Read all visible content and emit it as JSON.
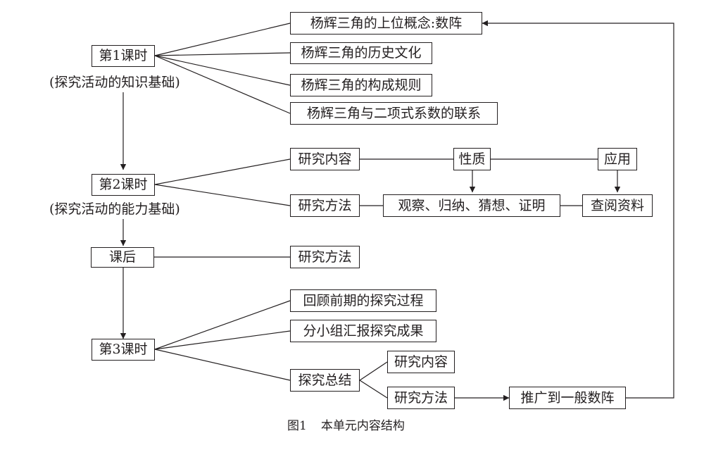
{
  "lessons": {
    "lesson1": {
      "label": "第1课时",
      "note": "(探究活动的知识基础)"
    },
    "lesson2": {
      "label": "第2课时",
      "note": "(探究活动的能力基础)"
    },
    "after_class": {
      "label": "课后"
    },
    "lesson3": {
      "label": "第3课时"
    }
  },
  "lesson1_topics": [
    "杨辉三角的上位概念:数阵",
    "杨辉三角的历史文化",
    "杨辉三角的构成规则",
    "杨辉三角与二项式系数的联系"
  ],
  "lesson2": {
    "content": "研究内容",
    "method": "研究方法",
    "property": "性质",
    "application": "应用",
    "process": "观察、归纳、猜想、证明",
    "lookup": "查阅资料"
  },
  "after_class": {
    "method": "研究方法"
  },
  "lesson3": {
    "review": "回顾前期的探究过程",
    "report": "分小组汇报探究成果",
    "summary": "探究总结",
    "content": "研究内容",
    "method": "研究方法",
    "generalize": "推广到一般数阵"
  },
  "caption": {
    "number": "图1",
    "title": "本单元内容结构"
  }
}
